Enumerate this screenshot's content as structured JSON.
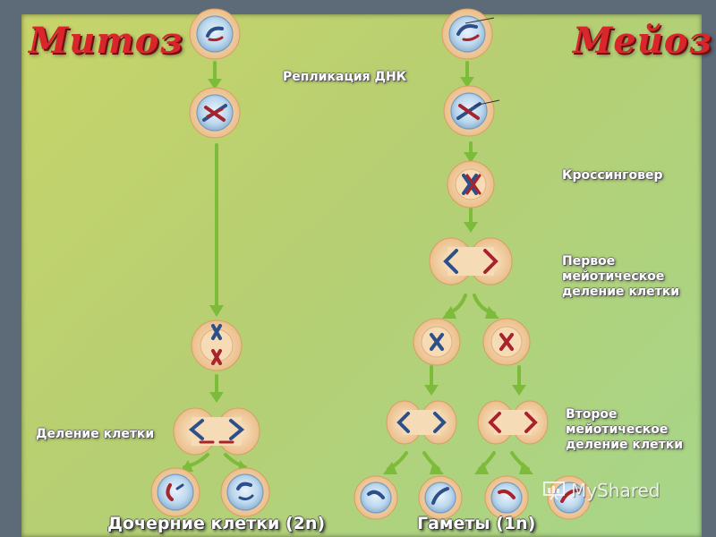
{
  "titles": {
    "mitosis": "Митоз",
    "meiosis": "Мейоз"
  },
  "labels": {
    "dna_replication": "Репликация ДНК",
    "crossing_over": "Кроссинговер",
    "first_division": [
      "Первое",
      "мейотическое",
      "деление клетки"
    ],
    "second_division": [
      "Второе",
      "мейотическое",
      "деление клетки"
    ],
    "cell_division": "Деление клетки",
    "daughter_cells": "Дочерние клетки (2n)",
    "gametes": "Гаметы (1n)"
  },
  "watermark": "MyShared",
  "colors": {
    "arrow": "#7dbb3a",
    "nucleus": "#bcd8ee",
    "cell_rim": "#f3d2a8",
    "chromosome_blue": "#2d4f8a",
    "chromosome_red": "#a8232c",
    "title_red": "#d8262b"
  }
}
